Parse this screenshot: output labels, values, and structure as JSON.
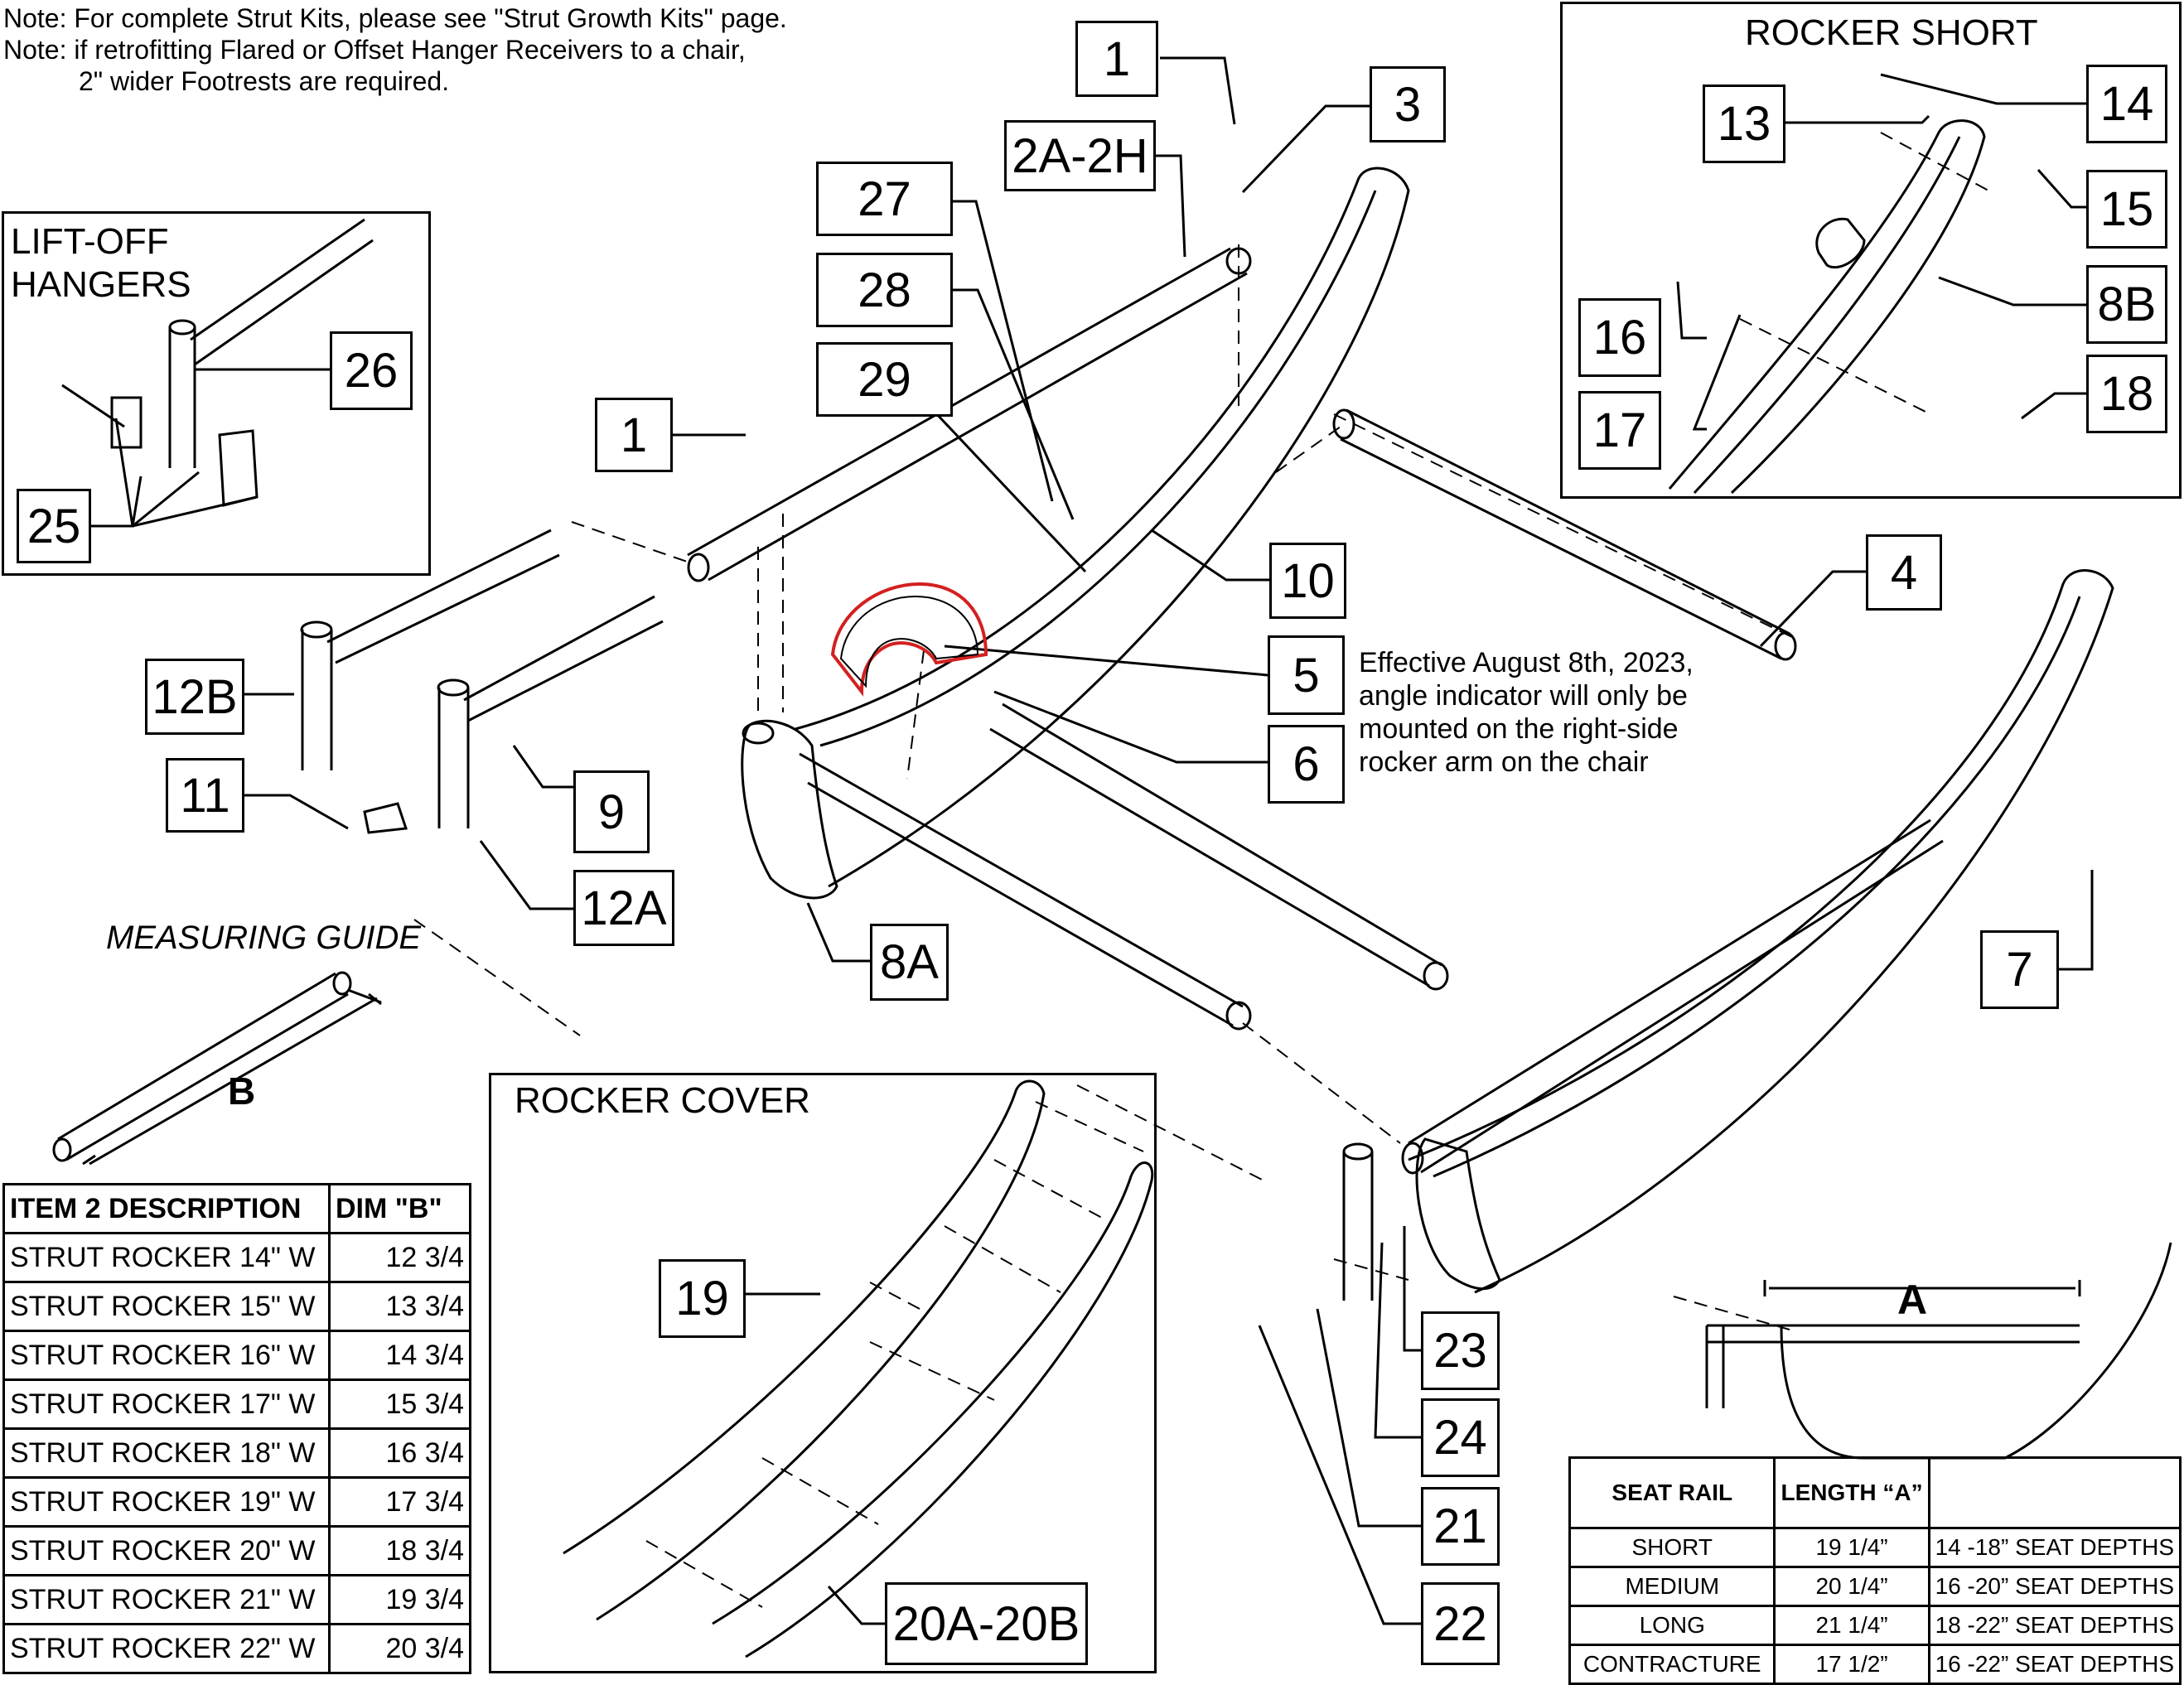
{
  "notes": [
    "Note: For complete Strut Kits, please see \"Strut Growth Kits\" page.",
    "Note: if retrofitting Flared or Offset Hanger Receivers to a chair,",
    "2\" wider Footrests are required."
  ],
  "effective_note": [
    "Effective August 8th, 2023,",
    "angle indicator will only be",
    "mounted on the right-side",
    "rocker arm on the chair"
  ],
  "panels": {
    "lift_off_hangers": [
      "LIFT-OFF",
      "HANGERS"
    ],
    "rocker_short": "ROCKER SHORT",
    "rocker_cover": "ROCKER COVER",
    "measuring_guide": "MEASURING GUIDE"
  },
  "dimension_letters": {
    "b": "B",
    "a": "A"
  },
  "callouts": {
    "c1_top": "1",
    "c3": "3",
    "c2a2h": "2A-2H",
    "c27": "27",
    "c28": "28",
    "c29": "29",
    "c1_left": "1",
    "c26": "26",
    "c25": "25",
    "c12b": "12B",
    "c11": "11",
    "c9": "9",
    "c12a": "12A",
    "c8a": "8A",
    "c10": "10",
    "c4": "4",
    "c5": "5",
    "c6": "6",
    "c7": "7",
    "c13": "13",
    "c14": "14",
    "c15": "15",
    "c16": "16",
    "c8b": "8B",
    "c17": "17",
    "c18": "18",
    "c19": "19",
    "c20a20b": "20A-20B",
    "c23": "23",
    "c24": "24",
    "c21": "21",
    "c22": "22"
  },
  "item2_table": {
    "headers": [
      "ITEM 2 DESCRIPTION",
      "DIM \"B\""
    ],
    "rows": [
      [
        "STRUT ROCKER 14\" W",
        "12 3/4"
      ],
      [
        "STRUT ROCKER 15\" W",
        "13 3/4"
      ],
      [
        "STRUT ROCKER 16\" W",
        "14 3/4"
      ],
      [
        "STRUT ROCKER 17\" W",
        "15 3/4"
      ],
      [
        "STRUT ROCKER 18\" W",
        "16 3/4"
      ],
      [
        "STRUT ROCKER 19\" W",
        "17 3/4"
      ],
      [
        "STRUT ROCKER 20\" W",
        "18 3/4"
      ],
      [
        "STRUT ROCKER 21\" W",
        "19 3/4"
      ],
      [
        "STRUT ROCKER 22\" W",
        "20 3/4"
      ]
    ]
  },
  "seat_rail_table": {
    "headers": [
      "SEAT RAIL",
      "LENGTH “A”",
      ""
    ],
    "rows": [
      [
        "SHORT",
        "19 1/4”",
        "14 -18” SEAT DEPTHS"
      ],
      [
        "MEDIUM",
        "20 1/4”",
        "16 -20” SEAT DEPTHS"
      ],
      [
        "LONG",
        "21 1/4”",
        "18 -22” SEAT DEPTHS"
      ],
      [
        "CONTRACTURE",
        "17 1/2”",
        "16 -22” SEAT DEPTHS"
      ]
    ]
  },
  "colors": {
    "highlight": "#d42020",
    "line": "#000000"
  }
}
